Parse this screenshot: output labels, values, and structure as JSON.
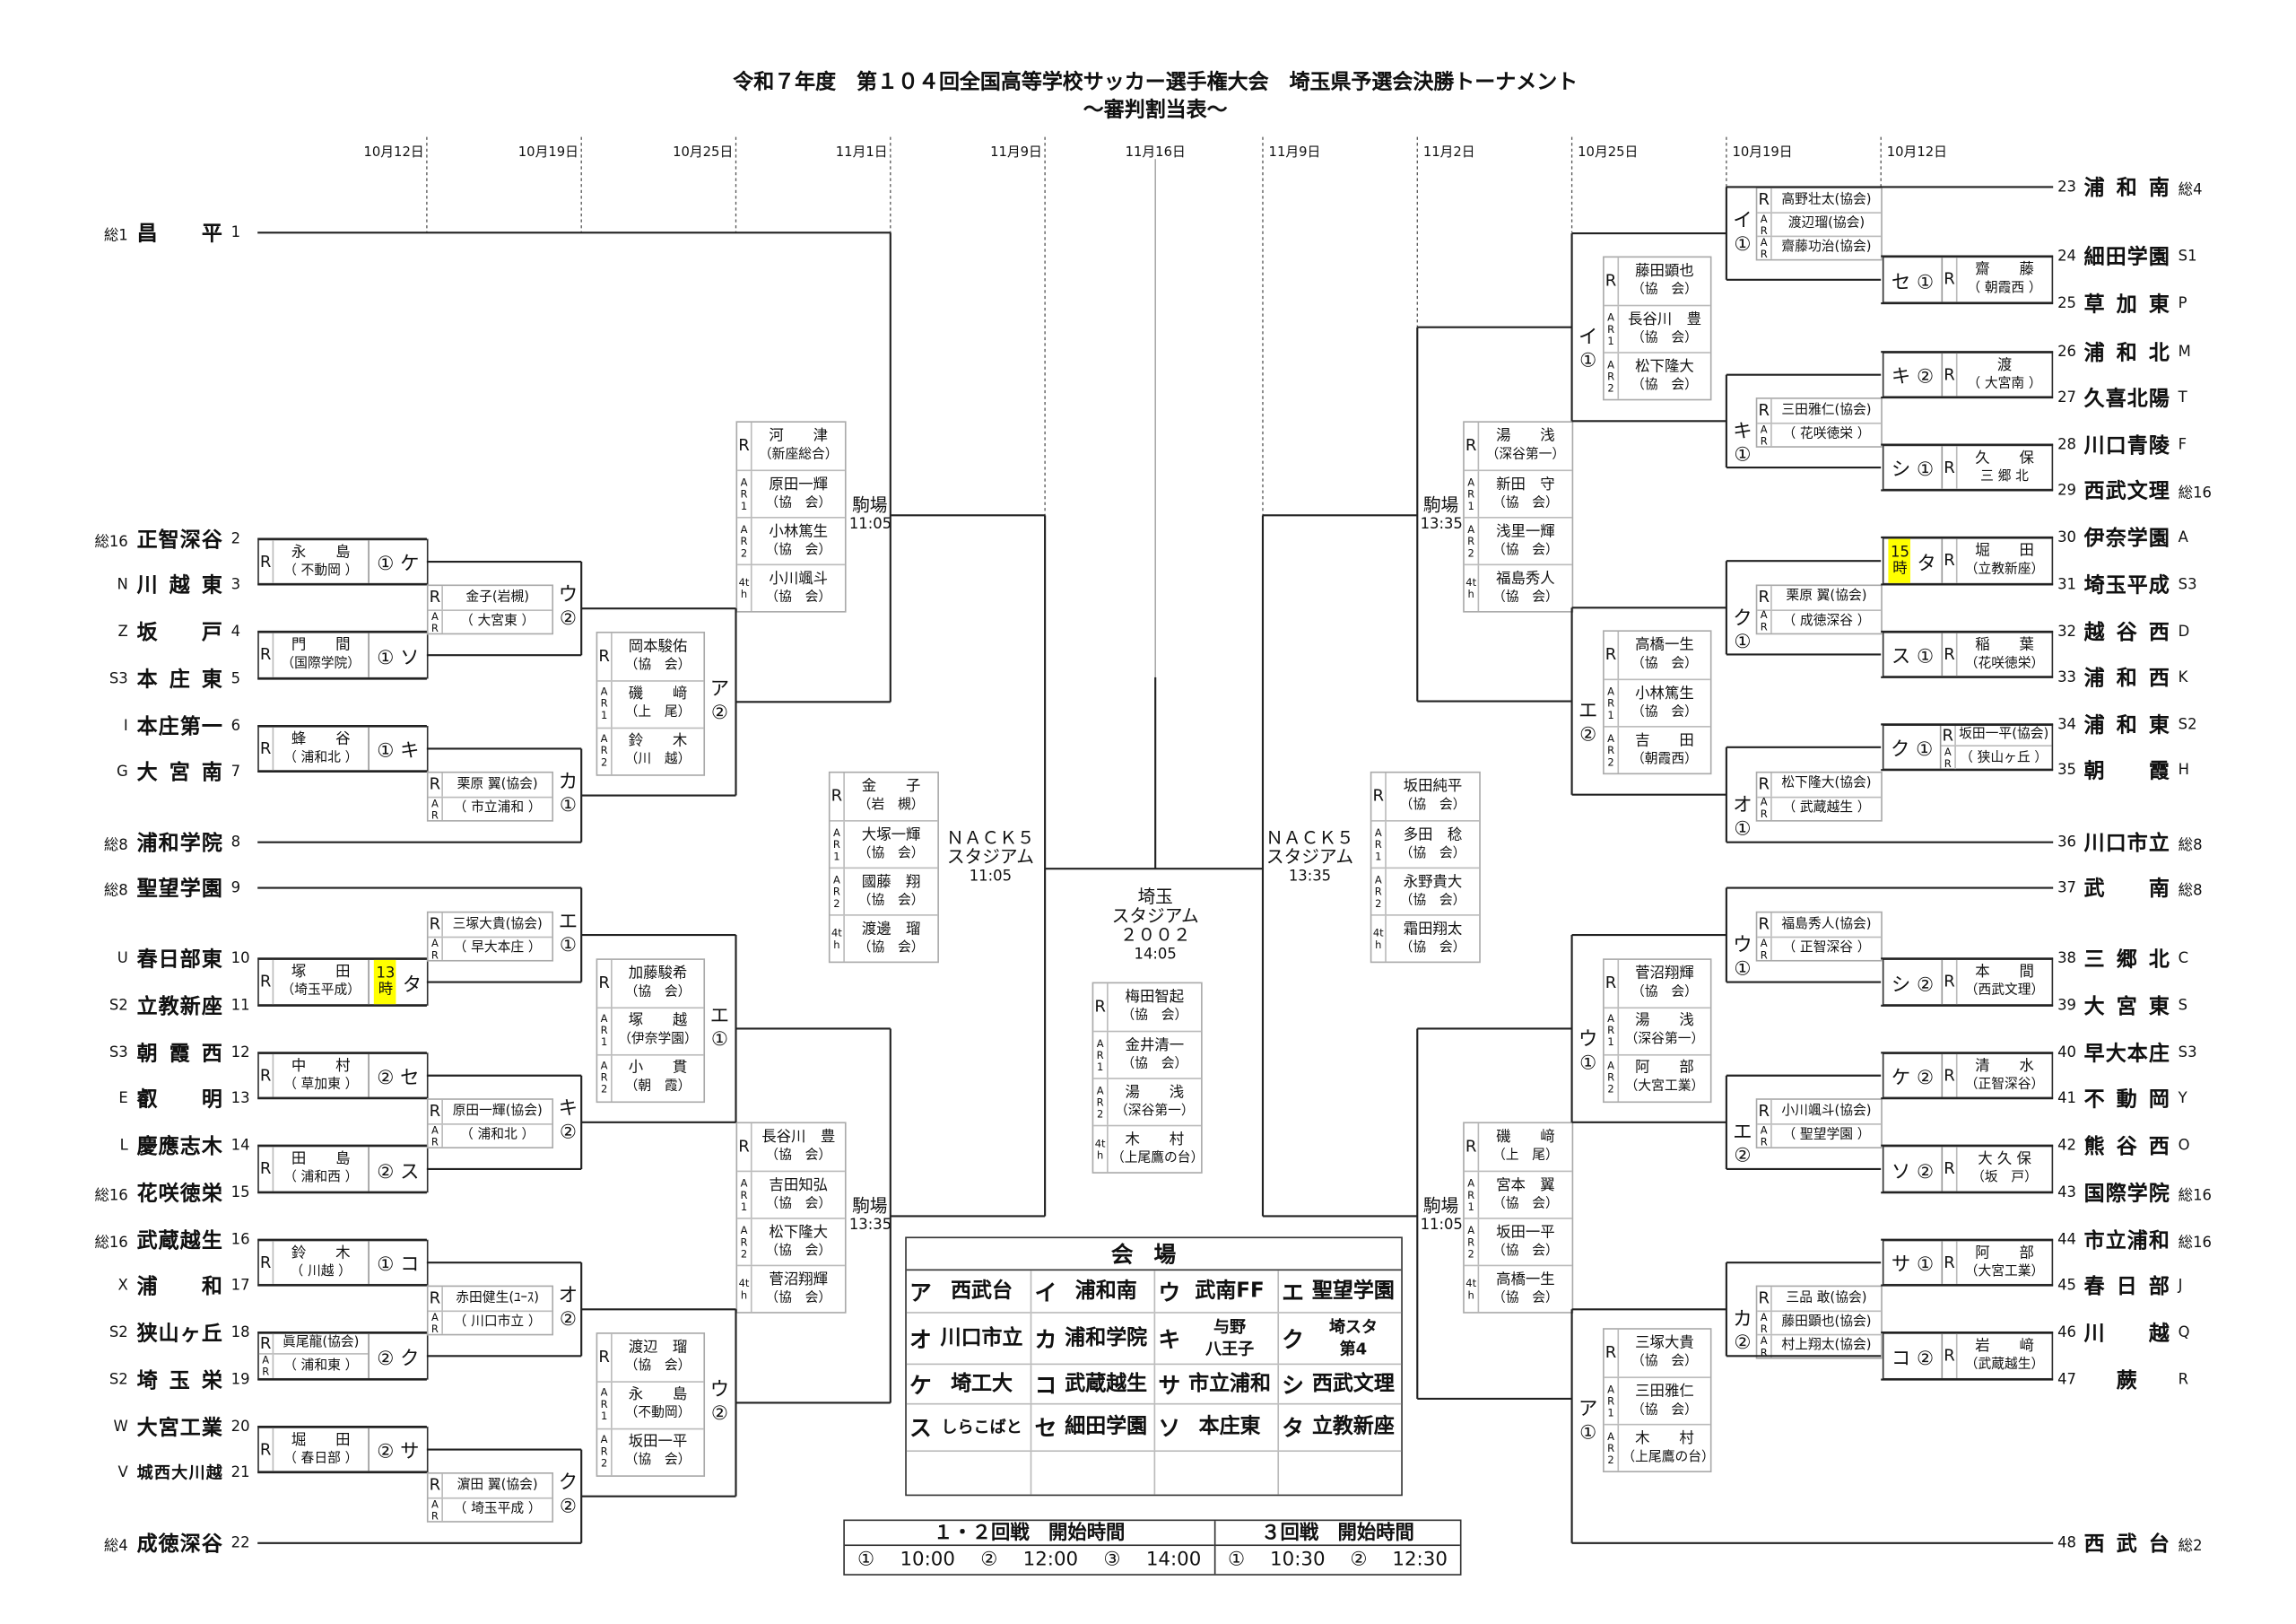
{
  "title": {
    "line1": "令和７年度　第１０４回全国高等学校サッカー選手権大会　埼玉県予選会決勝トーナメント",
    "line2": "～審判割当表～"
  },
  "dates": {
    "left": [
      "10月12日",
      "10月19日",
      "10月25日",
      "11月1日",
      "11月9日"
    ],
    "center": "11月16日",
    "right": [
      "11月9日",
      "11月2日",
      "10月25日",
      "10月19日",
      "10月12日"
    ]
  },
  "teams": [
    {
      "no": "1",
      "name": "昌平",
      "tag": "総1"
    },
    {
      "no": "2",
      "name": "正智深谷",
      "tag": "総16"
    },
    {
      "no": "3",
      "name": "川越東",
      "tag": "N"
    },
    {
      "no": "4",
      "name": "坂戸",
      "tag": "Z"
    },
    {
      "no": "5",
      "name": "本庄東",
      "tag": "S3"
    },
    {
      "no": "6",
      "name": "本庄第一",
      "tag": "I"
    },
    {
      "no": "7",
      "name": "大宮南",
      "tag": "G"
    },
    {
      "no": "8",
      "name": "浦和学院",
      "tag": "総8"
    },
    {
      "no": "9",
      "name": "聖望学園",
      "tag": "総8"
    },
    {
      "no": "10",
      "name": "春日部東",
      "tag": "U"
    },
    {
      "no": "11",
      "name": "立教新座",
      "tag": "S2"
    },
    {
      "no": "12",
      "name": "朝霞西",
      "tag": "S3"
    },
    {
      "no": "13",
      "name": "叡明",
      "tag": "E"
    },
    {
      "no": "14",
      "name": "慶應志木",
      "tag": "L"
    },
    {
      "no": "15",
      "name": "花咲徳栄",
      "tag": "総16"
    },
    {
      "no": "16",
      "name": "武蔵越生",
      "tag": "総16"
    },
    {
      "no": "17",
      "name": "浦和",
      "tag": "X"
    },
    {
      "no": "18",
      "name": "狭山ヶ丘",
      "tag": "S2"
    },
    {
      "no": "19",
      "name": "埼玉栄",
      "tag": "S2"
    },
    {
      "no": "20",
      "name": "大宮工業",
      "tag": "W"
    },
    {
      "no": "21",
      "name": "城西大川越",
      "tag": "V"
    },
    {
      "no": "22",
      "name": "成徳深谷",
      "tag": "総4"
    },
    {
      "no": "23",
      "name": "浦和南",
      "tag": "総4"
    },
    {
      "no": "24",
      "name": "細田学園",
      "tag": "S1"
    },
    {
      "no": "25",
      "name": "草加東",
      "tag": "P"
    },
    {
      "no": "26",
      "name": "浦和北",
      "tag": "M"
    },
    {
      "no": "27",
      "name": "久喜北陽",
      "tag": "T"
    },
    {
      "no": "28",
      "name": "川口青陵",
      "tag": "F"
    },
    {
      "no": "29",
      "name": "西武文理",
      "tag": "総16"
    },
    {
      "no": "30",
      "name": "伊奈学園",
      "tag": "A"
    },
    {
      "no": "31",
      "name": "埼玉平成",
      "tag": "S3"
    },
    {
      "no": "32",
      "name": "越谷西",
      "tag": "D"
    },
    {
      "no": "33",
      "name": "浦和西",
      "tag": "K"
    },
    {
      "no": "34",
      "name": "浦和東",
      "tag": "S2"
    },
    {
      "no": "35",
      "name": "朝霞",
      "tag": "H"
    },
    {
      "no": "36",
      "name": "川口市立",
      "tag": "総8"
    },
    {
      "no": "37",
      "name": "武南",
      "tag": "総8"
    },
    {
      "no": "38",
      "name": "三郷北",
      "tag": "C"
    },
    {
      "no": "39",
      "name": "大宮東",
      "tag": "S"
    },
    {
      "no": "40",
      "name": "早大本庄",
      "tag": "S3"
    },
    {
      "no": "41",
      "name": "不動岡",
      "tag": "Y"
    },
    {
      "no": "42",
      "name": "熊谷西",
      "tag": "O"
    },
    {
      "no": "43",
      "name": "国際学院",
      "tag": "総16"
    },
    {
      "no": "44",
      "name": "市立浦和",
      "tag": "総16"
    },
    {
      "no": "45",
      "name": "春日部",
      "tag": "J"
    },
    {
      "no": "46",
      "name": "川越",
      "tag": "Q"
    },
    {
      "no": "47",
      "name": "蕨",
      "tag": "R"
    },
    {
      "no": "48",
      "name": "西武台",
      "tag": "総2"
    }
  ],
  "r1_left": [
    {
      "code": "① ケ",
      "rows": [
        {
          "role": "R",
          "lines": [
            "永　　島",
            "（ 不動岡 ）"
          ]
        }
      ]
    },
    {
      "code": "① ソ",
      "rows": [
        {
          "role": "R",
          "lines": [
            "門　　間",
            "（国際学院）"
          ]
        }
      ]
    },
    {
      "code": "① キ",
      "rows": [
        {
          "role": "R",
          "lines": [
            "蜂　　谷",
            "（ 浦和北 ）"
          ]
        }
      ]
    },
    {
      "code": "タ",
      "time": "13時",
      "rows": [
        {
          "role": "R",
          "lines": [
            "塚　　田",
            "（埼玉平成）"
          ]
        }
      ]
    },
    {
      "code": "② セ",
      "rows": [
        {
          "role": "R",
          "lines": [
            "中　　村",
            "（ 草加東 ）"
          ]
        }
      ]
    },
    {
      "code": "② ス",
      "rows": [
        {
          "role": "R",
          "lines": [
            "田　　島",
            "（ 浦和西 ）"
          ]
        }
      ]
    },
    {
      "code": "① コ",
      "rows": [
        {
          "role": "R",
          "lines": [
            "鈴　　木",
            "（ 川越 ）"
          ]
        }
      ]
    },
    {
      "code": "② ク",
      "rows": [
        {
          "role": "R",
          "lines": [
            "眞尾龍(協会)"
          ]
        },
        {
          "role": "AR",
          "lines": [
            "（ 浦和東 ）"
          ]
        }
      ]
    },
    {
      "code": "② サ",
      "rows": [
        {
          "role": "R",
          "lines": [
            "堀　　田",
            "（ 春日部 ）"
          ]
        }
      ]
    }
  ],
  "r2_left": [
    {
      "code": "ウ②",
      "rows": [
        {
          "role": "R",
          "lines": [
            "金子(岩槻)"
          ]
        },
        {
          "role": "AR",
          "lines": [
            "（ 大宮東 ）"
          ]
        }
      ]
    },
    {
      "code": "カ①",
      "rows": [
        {
          "role": "R",
          "lines": [
            "栗原 翼(協会)"
          ]
        },
        {
          "role": "AR",
          "lines": [
            "（ 市立浦和 ）"
          ]
        }
      ]
    },
    {
      "code": "エ①",
      "rows": [
        {
          "role": "R",
          "lines": [
            "三塚大貴(協会)"
          ]
        },
        {
          "role": "AR",
          "lines": [
            "（ 早大本庄 ）"
          ]
        }
      ]
    },
    {
      "code": "キ②",
      "rows": [
        {
          "role": "R",
          "lines": [
            "原田一輝(協会)"
          ]
        },
        {
          "role": "AR",
          "lines": [
            "（ 浦和北 ）"
          ]
        }
      ]
    },
    {
      "code": "オ②",
      "rows": [
        {
          "role": "R",
          "lines": [
            "赤田健生(ﾕｰｽ)"
          ]
        },
        {
          "role": "AR",
          "lines": [
            "（ 川口市立 ）"
          ]
        }
      ]
    },
    {
      "code": "ク②",
      "rows": [
        {
          "role": "R",
          "lines": [
            "濵田 翼(協会)"
          ]
        },
        {
          "role": "AR",
          "lines": [
            "（ 埼玉平成 ）"
          ]
        }
      ]
    }
  ],
  "r3_left": [
    {
      "code": "ア②",
      "rows": [
        {
          "role": "R",
          "lines": [
            "岡本駿佑",
            "（協　会）"
          ]
        },
        {
          "role": "AR1",
          "lines": [
            "磯　　﨑",
            "（上　尾）"
          ]
        },
        {
          "role": "AR2",
          "lines": [
            "鈴　　木",
            "（川　越）"
          ]
        }
      ]
    },
    {
      "code": "エ①",
      "rows": [
        {
          "role": "R",
          "lines": [
            "加藤駿希",
            "（協　会）"
          ]
        },
        {
          "role": "AR1",
          "lines": [
            "塚　　越",
            "（伊奈学園）"
          ]
        },
        {
          "role": "AR2",
          "lines": [
            "小　　貫",
            "（朝　霞）"
          ]
        }
      ]
    },
    {
      "code": "ウ②",
      "rows": [
        {
          "role": "R",
          "lines": [
            "渡辺　瑠",
            "（協　会）"
          ]
        },
        {
          "role": "AR1",
          "lines": [
            "永　　島",
            "（不動岡）"
          ]
        },
        {
          "role": "AR2",
          "lines": [
            "坂田一平",
            "（協　会）"
          ]
        }
      ]
    }
  ],
  "r4_left": [
    {
      "venue": "駒場",
      "time": "11:05",
      "rows": [
        {
          "role": "R",
          "lines": [
            "河　　津",
            "（新座総合）"
          ]
        },
        {
          "role": "AR1",
          "lines": [
            "原田一輝",
            "（協　会）"
          ]
        },
        {
          "role": "AR2",
          "lines": [
            "小林篤生",
            "（協　会）"
          ]
        },
        {
          "role": "4th",
          "lines": [
            "小川颯斗",
            "（協　会）"
          ]
        }
      ]
    },
    {
      "venue": "駒場",
      "time": "13:35",
      "rows": [
        {
          "role": "R",
          "lines": [
            "長谷川　豊",
            "（協　会）"
          ]
        },
        {
          "role": "AR1",
          "lines": [
            "吉田知弘",
            "（協　会）"
          ]
        },
        {
          "role": "AR2",
          "lines": [
            "松下隆大",
            "（協　会）"
          ]
        },
        {
          "role": "4th",
          "lines": [
            "菅沼翔輝",
            "（協　会）"
          ]
        }
      ]
    }
  ],
  "qf_left": {
    "venue1": "ＮＡＣＫ５",
    "venue2": "スタジアム",
    "time": "11:05",
    "rows": [
      {
        "role": "R",
        "lines": [
          "金　　子",
          "（岩　槻）"
        ]
      },
      {
        "role": "AR1",
        "lines": [
          "大塚一輝",
          "（協　会）"
        ]
      },
      {
        "role": "AR2",
        "lines": [
          "國藤　翔",
          "（協　会）"
        ]
      },
      {
        "role": "4th",
        "lines": [
          "渡邊　瑠",
          "（協　会）"
        ]
      }
    ]
  },
  "final": {
    "venue1": "埼玉",
    "venue2": "スタジアム",
    "venue3": "２００２",
    "time": "14:05",
    "rows": [
      {
        "role": "R",
        "lines": [
          "梅田智起",
          "（協　会）"
        ]
      },
      {
        "role": "AR1",
        "lines": [
          "金井清一",
          "（協　会）"
        ]
      },
      {
        "role": "AR2",
        "lines": [
          "湯　　浅",
          "（深谷第一）"
        ]
      },
      {
        "role": "4th",
        "lines": [
          "木　　村",
          "（上尾鷹の台）"
        ]
      }
    ]
  },
  "qf_right": {
    "venue1": "ＮＡＣＫ５",
    "venue2": "スタジアム",
    "time": "13:35",
    "rows": [
      {
        "role": "R",
        "lines": [
          "坂田純平",
          "（協　会）"
        ]
      },
      {
        "role": "AR1",
        "lines": [
          "多田　稔",
          "（協　会）"
        ]
      },
      {
        "role": "AR2",
        "lines": [
          "永野貴大",
          "（協　会）"
        ]
      },
      {
        "role": "4th",
        "lines": [
          "霜田翔太",
          "（協　会）"
        ]
      }
    ]
  },
  "r4_right": [
    {
      "venue": "駒場",
      "time": "13:35",
      "rows": [
        {
          "role": "R",
          "lines": [
            "湯　　浅",
            "（深谷第一）"
          ]
        },
        {
          "role": "AR1",
          "lines": [
            "新田　守",
            "（協　会）"
          ]
        },
        {
          "role": "AR2",
          "lines": [
            "浅里一輝",
            "（協　会）"
          ]
        },
        {
          "role": "4th",
          "lines": [
            "福島秀人",
            "（協　会）"
          ]
        }
      ]
    },
    {
      "venue": "駒場",
      "time": "11:05",
      "rows": [
        {
          "role": "R",
          "lines": [
            "磯　　﨑",
            "（上　尾）"
          ]
        },
        {
          "role": "AR1",
          "lines": [
            "宮本　翼",
            "（協　会）"
          ]
        },
        {
          "role": "AR2",
          "lines": [
            "坂田一平",
            "（協　会）"
          ]
        },
        {
          "role": "4th",
          "lines": [
            "高橋一生",
            "（協　会）"
          ]
        }
      ]
    }
  ],
  "r3_right": [
    {
      "code": "イ①",
      "rows": [
        {
          "role": "R",
          "lines": [
            "藤田顕也",
            "（協　会）"
          ]
        },
        {
          "role": "AR1",
          "lines": [
            "長谷川　豊",
            "（協　会）"
          ]
        },
        {
          "role": "AR2",
          "lines": [
            "松下隆大",
            "（協　会）"
          ]
        }
      ]
    },
    {
      "code": "エ②",
      "rows": [
        {
          "role": "R",
          "lines": [
            "高橋一生",
            "（協　会）"
          ]
        },
        {
          "role": "AR1",
          "lines": [
            "小林篤生",
            "（協　会）"
          ]
        },
        {
          "role": "AR2",
          "lines": [
            "吉　　田",
            "（朝霞西）"
          ]
        }
      ]
    },
    {
      "code": "ウ①",
      "rows": [
        {
          "role": "R",
          "lines": [
            "菅沼翔輝",
            "（協　会）"
          ]
        },
        {
          "role": "AR1",
          "lines": [
            "湯　　浅",
            "（深谷第一）"
          ]
        },
        {
          "role": "AR2",
          "lines": [
            "阿　　部",
            "（大宮工業）"
          ]
        }
      ]
    },
    {
      "code": "ア①",
      "rows": [
        {
          "role": "R",
          "lines": [
            "三塚大貴",
            "（協　会）"
          ]
        },
        {
          "role": "AR1",
          "lines": [
            "三田雅仁",
            "（協　会）"
          ]
        },
        {
          "role": "AR2",
          "lines": [
            "木　　村",
            "（上尾鷹の台）"
          ]
        }
      ]
    }
  ],
  "r2_right": [
    {
      "code": "イ①",
      "rows": [
        {
          "role": "R",
          "lines": [
            "高野壮太(協会)"
          ]
        },
        {
          "role": "AR",
          "lines": [
            "渡辺瑠(協会)"
          ]
        },
        {
          "role": "AR",
          "lines": [
            "齋藤功治(協会)"
          ]
        }
      ]
    },
    {
      "code": "キ①",
      "rows": [
        {
          "role": "R",
          "lines": [
            "三田雅仁(協会)"
          ]
        },
        {
          "role": "AR",
          "lines": [
            "（ 花咲徳栄 ）"
          ]
        }
      ]
    },
    {
      "code": "ク①",
      "rows": [
        {
          "role": "R",
          "lines": [
            "栗原 翼(協会)"
          ]
        },
        {
          "role": "AR",
          "lines": [
            "（ 成徳深谷 ）"
          ]
        }
      ]
    },
    {
      "code": "オ①",
      "rows": [
        {
          "role": "R",
          "lines": [
            "松下隆大(協会)"
          ]
        },
        {
          "role": "AR",
          "lines": [
            "（ 武蔵越生 ）"
          ]
        }
      ]
    },
    {
      "code": "ウ①",
      "rows": [
        {
          "role": "R",
          "lines": [
            "福島秀人(協会)"
          ]
        },
        {
          "role": "AR",
          "lines": [
            "（ 正智深谷 ）"
          ]
        }
      ]
    },
    {
      "code": "エ②",
      "rows": [
        {
          "role": "R",
          "lines": [
            "小川颯斗(協会)"
          ]
        },
        {
          "role": "AR",
          "lines": [
            "（ 聖望学園 ）"
          ]
        }
      ]
    },
    {
      "code": "カ②",
      "rows": [
        {
          "role": "R",
          "lines": [
            "三品 敢(協会)"
          ]
        },
        {
          "role": "AR",
          "lines": [
            "藤田顕也(協会)"
          ]
        },
        {
          "role": "AR",
          "lines": [
            "村上翔太(協会)"
          ]
        }
      ]
    }
  ],
  "r1_right": [
    {
      "code": "セ ①",
      "rows": [
        {
          "role": "R",
          "lines": [
            "齋　　藤",
            "（ 朝霞西 ）"
          ]
        }
      ]
    },
    {
      "code": "キ ②",
      "rows": [
        {
          "role": "R",
          "lines": [
            "渡",
            "（ 大宮南 ）"
          ]
        }
      ]
    },
    {
      "code": "シ ①",
      "rows": [
        {
          "role": "R",
          "lines": [
            "久　　保",
            "三 郷 北"
          ]
        }
      ]
    },
    {
      "code": "タ",
      "time": "15時",
      "rows": [
        {
          "role": "R",
          "lines": [
            "堀　　田",
            "（立教新座）"
          ]
        }
      ]
    },
    {
      "code": "ス ①",
      "rows": [
        {
          "role": "R",
          "lines": [
            "稲　　葉",
            "（花咲徳栄）"
          ]
        }
      ]
    },
    {
      "code": "ク ①",
      "rows": [
        {
          "role": "R",
          "lines": [
            "坂田一平(協会)"
          ]
        },
        {
          "role": "AR",
          "lines": [
            "（ 狭山ヶ丘 ）"
          ]
        }
      ]
    },
    {
      "code": "シ ②",
      "rows": [
        {
          "role": "R",
          "lines": [
            "本　　間",
            "（西武文理）"
          ]
        }
      ]
    },
    {
      "code": "ケ ②",
      "rows": [
        {
          "role": "R",
          "lines": [
            "清　　水",
            "（正智深谷）"
          ]
        }
      ]
    },
    {
      "code": "ソ ②",
      "rows": [
        {
          "role": "R",
          "lines": [
            "大 久 保",
            "（坂　戸）"
          ]
        }
      ]
    },
    {
      "code": "サ ①",
      "rows": [
        {
          "role": "R",
          "lines": [
            "阿　　部",
            "（大宮工業）"
          ]
        }
      ]
    },
    {
      "code": "コ ②",
      "rows": [
        {
          "role": "R",
          "lines": [
            "岩　　﨑",
            "（武蔵越生）"
          ]
        }
      ]
    }
  ],
  "venues": {
    "header": "会場",
    "cells": [
      {
        "code": "ア",
        "name": "西武台"
      },
      {
        "code": "イ",
        "name": "浦和南"
      },
      {
        "code": "ウ",
        "name": "武南FF"
      },
      {
        "code": "エ",
        "name": "聖望学園"
      },
      {
        "code": "オ",
        "name": "川口市立"
      },
      {
        "code": "カ",
        "name": "浦和学院"
      },
      {
        "code": "キ",
        "name": "与野\n八王子"
      },
      {
        "code": "ク",
        "name": "埼スタ\n第4"
      },
      {
        "code": "ケ",
        "name": "埼工大"
      },
      {
        "code": "コ",
        "name": "武蔵越生"
      },
      {
        "code": "サ",
        "name": "市立浦和"
      },
      {
        "code": "シ",
        "name": "西武文理"
      },
      {
        "code": "ス",
        "name": "しらこばと"
      },
      {
        "code": "セ",
        "name": "細田学園"
      },
      {
        "code": "ソ",
        "name": "本庄東"
      },
      {
        "code": "タ",
        "name": "立教新座"
      }
    ]
  },
  "start_times": {
    "r12": {
      "label": "１・２回戦　開始時間",
      "slots": [
        {
          "no": "①",
          "time": "10:00"
        },
        {
          "no": "②",
          "time": "12:00"
        },
        {
          "no": "③",
          "time": "14:00"
        }
      ]
    },
    "r3": {
      "label": "３回戦　開始時間",
      "slots": [
        {
          "no": "①",
          "time": "10:30"
        },
        {
          "no": "②",
          "time": "12:30"
        }
      ]
    }
  },
  "colors": {
    "highlight": "#ffff00",
    "line": "#222222"
  }
}
